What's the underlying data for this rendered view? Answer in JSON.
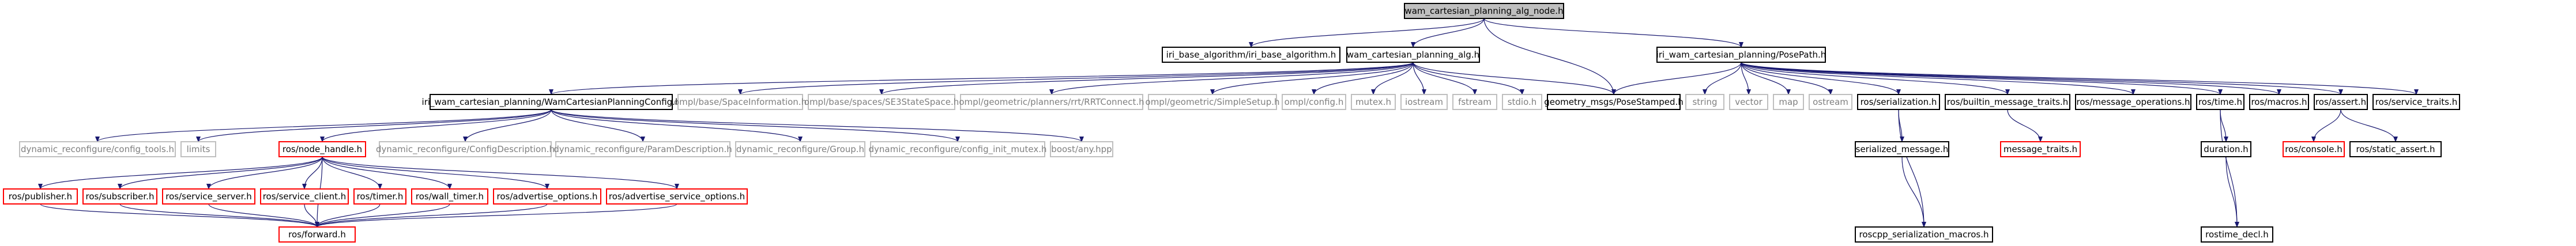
{
  "graph": {
    "colors": {
      "root_fill": "#bfbfbf",
      "normal_border": "#000000",
      "missing_border": "#bfbfbf",
      "missing_text": "#7f7f7f",
      "red_border": "#ff0000",
      "edge": "#191970",
      "text": "#000000"
    },
    "nodes": [
      {
        "id": "root",
        "label": "wam_cartesian_planning_alg_node.h",
        "style": "root"
      },
      {
        "id": "iri_base",
        "label": "iri_base_algorithm/iri_base_algorithm.h",
        "style": "normal"
      },
      {
        "id": "alg",
        "label": "wam_cartesian_planning_alg.h",
        "style": "normal"
      },
      {
        "id": "posepath",
        "label": "iri_wam_cartesian_planning/PosePath.h",
        "style": "normal"
      },
      {
        "id": "config",
        "label": "iri_wam_cartesian_planning/WamCartesianPlanningConfig.h",
        "style": "normal"
      },
      {
        "id": "spaceinfo",
        "label": "ompl/base/SpaceInformation.h",
        "style": "missing"
      },
      {
        "id": "se3",
        "label": "ompl/base/spaces/SE3StateSpace.h",
        "style": "missing"
      },
      {
        "id": "rrtconnect",
        "label": "ompl/geometric/planners/rrt/RRTConnect.h",
        "style": "missing"
      },
      {
        "id": "simplesetup",
        "label": "ompl/geometric/SimpleSetup.h",
        "style": "missing"
      },
      {
        "id": "omplconfig",
        "label": "ompl/config.h",
        "style": "missing"
      },
      {
        "id": "mutex",
        "label": "mutex.h",
        "style": "missing"
      },
      {
        "id": "iostream",
        "label": "iostream",
        "style": "missing"
      },
      {
        "id": "fstream",
        "label": "fstream",
        "style": "missing"
      },
      {
        "id": "stdio",
        "label": "stdio.h",
        "style": "missing"
      },
      {
        "id": "posestamped",
        "label": "geometry_msgs/PoseStamped.h",
        "style": "normal"
      },
      {
        "id": "string",
        "label": "string",
        "style": "missing"
      },
      {
        "id": "vector",
        "label": "vector",
        "style": "missing"
      },
      {
        "id": "map",
        "label": "map",
        "style": "missing"
      },
      {
        "id": "ostream",
        "label": "ostream",
        "style": "missing"
      },
      {
        "id": "serialization",
        "label": "ros/serialization.h",
        "style": "normal"
      },
      {
        "id": "builtin",
        "label": "ros/builtin_message_traits.h",
        "style": "normal"
      },
      {
        "id": "msgops",
        "label": "ros/message_operations.h",
        "style": "normal"
      },
      {
        "id": "rostime",
        "label": "ros/time.h",
        "style": "normal"
      },
      {
        "id": "macros",
        "label": "ros/macros.h",
        "style": "normal"
      },
      {
        "id": "assert",
        "label": "ros/assert.h",
        "style": "normal"
      },
      {
        "id": "servicetraits",
        "label": "ros/service_traits.h",
        "style": "normal"
      },
      {
        "id": "cfgtools",
        "label": "dynamic_reconfigure/config_tools.h",
        "style": "missing"
      },
      {
        "id": "limits",
        "label": "limits",
        "style": "missing"
      },
      {
        "id": "nodehandle",
        "label": "ros/node_handle.h",
        "style": "red"
      },
      {
        "id": "cfgtype",
        "label": "dynamic_reconfigure/ConfigDescription.h",
        "style": "missing"
      },
      {
        "id": "paramdesc",
        "label": "dynamic_reconfigure/ParamDescription.h",
        "style": "missing"
      },
      {
        "id": "group",
        "label": "dynamic_reconfigure/Group.h",
        "style": "missing"
      },
      {
        "id": "cfginit",
        "label": "dynamic_reconfigure/config_init_mutex.h",
        "style": "missing"
      },
      {
        "id": "boostany",
        "label": "boost/any.hpp",
        "style": "missing"
      },
      {
        "id": "sermsg",
        "label": "serialized_message.h",
        "style": "normal"
      },
      {
        "id": "msgtraits",
        "label": "message_traits.h",
        "style": "red"
      },
      {
        "id": "duration",
        "label": "duration.h",
        "style": "normal"
      },
      {
        "id": "console",
        "label": "ros/console.h",
        "style": "red"
      },
      {
        "id": "staticassert",
        "label": "ros/static_assert.h",
        "style": "normal"
      },
      {
        "id": "publisher",
        "label": "ros/publisher.h",
        "style": "red"
      },
      {
        "id": "subscriber",
        "label": "ros/subscriber.h",
        "style": "red"
      },
      {
        "id": "serviceserver",
        "label": "ros/service_server.h",
        "style": "red"
      },
      {
        "id": "serviceclient",
        "label": "ros/service_client.h",
        "style": "red"
      },
      {
        "id": "timer",
        "label": "ros/timer.h",
        "style": "red"
      },
      {
        "id": "walltimer",
        "label": "ros/wall_timer.h",
        "style": "red"
      },
      {
        "id": "advopts",
        "label": "ros/advertise_options.h",
        "style": "red"
      },
      {
        "id": "advsvcopts",
        "label": "ros/advertise_service_options.h",
        "style": "red"
      },
      {
        "id": "rosforwards",
        "label": "ros/forward.h",
        "style": "red"
      },
      {
        "id": "roscppser",
        "label": "roscpp_serialization_macros.h",
        "style": "normal"
      },
      {
        "id": "rostimedecl",
        "label": "rostime_decl.h",
        "style": "normal"
      }
    ],
    "edges": [
      [
        "root",
        "iri_base"
      ],
      [
        "root",
        "alg"
      ],
      [
        "root",
        "posepath"
      ],
      [
        "root",
        "posestamped"
      ],
      [
        "alg",
        "config"
      ],
      [
        "alg",
        "spaceinfo"
      ],
      [
        "alg",
        "se3"
      ],
      [
        "alg",
        "rrtconnect"
      ],
      [
        "alg",
        "simplesetup"
      ],
      [
        "alg",
        "omplconfig"
      ],
      [
        "alg",
        "mutex"
      ],
      [
        "alg",
        "iostream"
      ],
      [
        "alg",
        "fstream"
      ],
      [
        "alg",
        "stdio"
      ],
      [
        "alg",
        "posestamped"
      ],
      [
        "posepath",
        "posestamped"
      ],
      [
        "posepath",
        "string"
      ],
      [
        "posepath",
        "vector"
      ],
      [
        "posepath",
        "map"
      ],
      [
        "posepath",
        "ostream"
      ],
      [
        "posepath",
        "serialization"
      ],
      [
        "posepath",
        "builtin"
      ],
      [
        "posepath",
        "msgops"
      ],
      [
        "posepath",
        "rostime"
      ],
      [
        "posepath",
        "macros"
      ],
      [
        "posepath",
        "assert"
      ],
      [
        "posepath",
        "servicetraits"
      ],
      [
        "config",
        "cfgtools"
      ],
      [
        "config",
        "limits"
      ],
      [
        "config",
        "nodehandle"
      ],
      [
        "config",
        "cfgtype"
      ],
      [
        "config",
        "paramdesc"
      ],
      [
        "config",
        "group"
      ],
      [
        "config",
        "cfginit"
      ],
      [
        "config",
        "boostany"
      ],
      [
        "serialization",
        "sermsg"
      ],
      [
        "serialization",
        "roscppser"
      ],
      [
        "sermsg",
        "roscppser"
      ],
      [
        "builtin",
        "msgtraits"
      ],
      [
        "rostime",
        "duration"
      ],
      [
        "rostime",
        "rostimedecl"
      ],
      [
        "duration",
        "rostimedecl"
      ],
      [
        "assert",
        "console"
      ],
      [
        "assert",
        "staticassert"
      ],
      [
        "nodehandle",
        "publisher"
      ],
      [
        "nodehandle",
        "subscriber"
      ],
      [
        "nodehandle",
        "serviceserver"
      ],
      [
        "nodehandle",
        "serviceclient"
      ],
      [
        "nodehandle",
        "timer"
      ],
      [
        "nodehandle",
        "walltimer"
      ],
      [
        "nodehandle",
        "advopts"
      ],
      [
        "nodehandle",
        "advsvcopts"
      ],
      [
        "nodehandle",
        "rosforwards"
      ],
      [
        "publisher",
        "rosforwards"
      ],
      [
        "subscriber",
        "rosforwards"
      ],
      [
        "serviceserver",
        "rosforwards"
      ],
      [
        "serviceclient",
        "rosforwards"
      ],
      [
        "timer",
        "rosforwards"
      ],
      [
        "walltimer",
        "rosforwards"
      ],
      [
        "advopts",
        "rosforwards"
      ],
      [
        "advsvcopts",
        "rosforwards"
      ]
    ]
  }
}
